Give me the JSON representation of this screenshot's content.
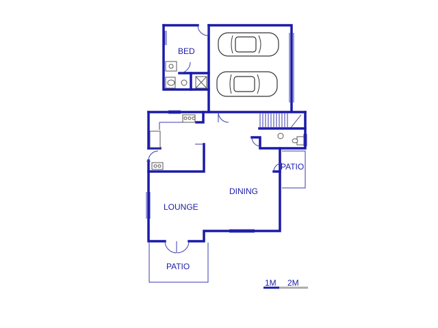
{
  "rooms": {
    "bed": "BED",
    "dining": "DINING",
    "lounge": "LOUNGE",
    "patio_right": "PATIO",
    "patio_bottom": "PATIO"
  },
  "scale": {
    "label_1": "1M",
    "label_2": "2M"
  },
  "colors": {
    "walls": "#1a1aa8",
    "text": "#1a1aa8",
    "scale_secondary": "#aaaaaa"
  }
}
